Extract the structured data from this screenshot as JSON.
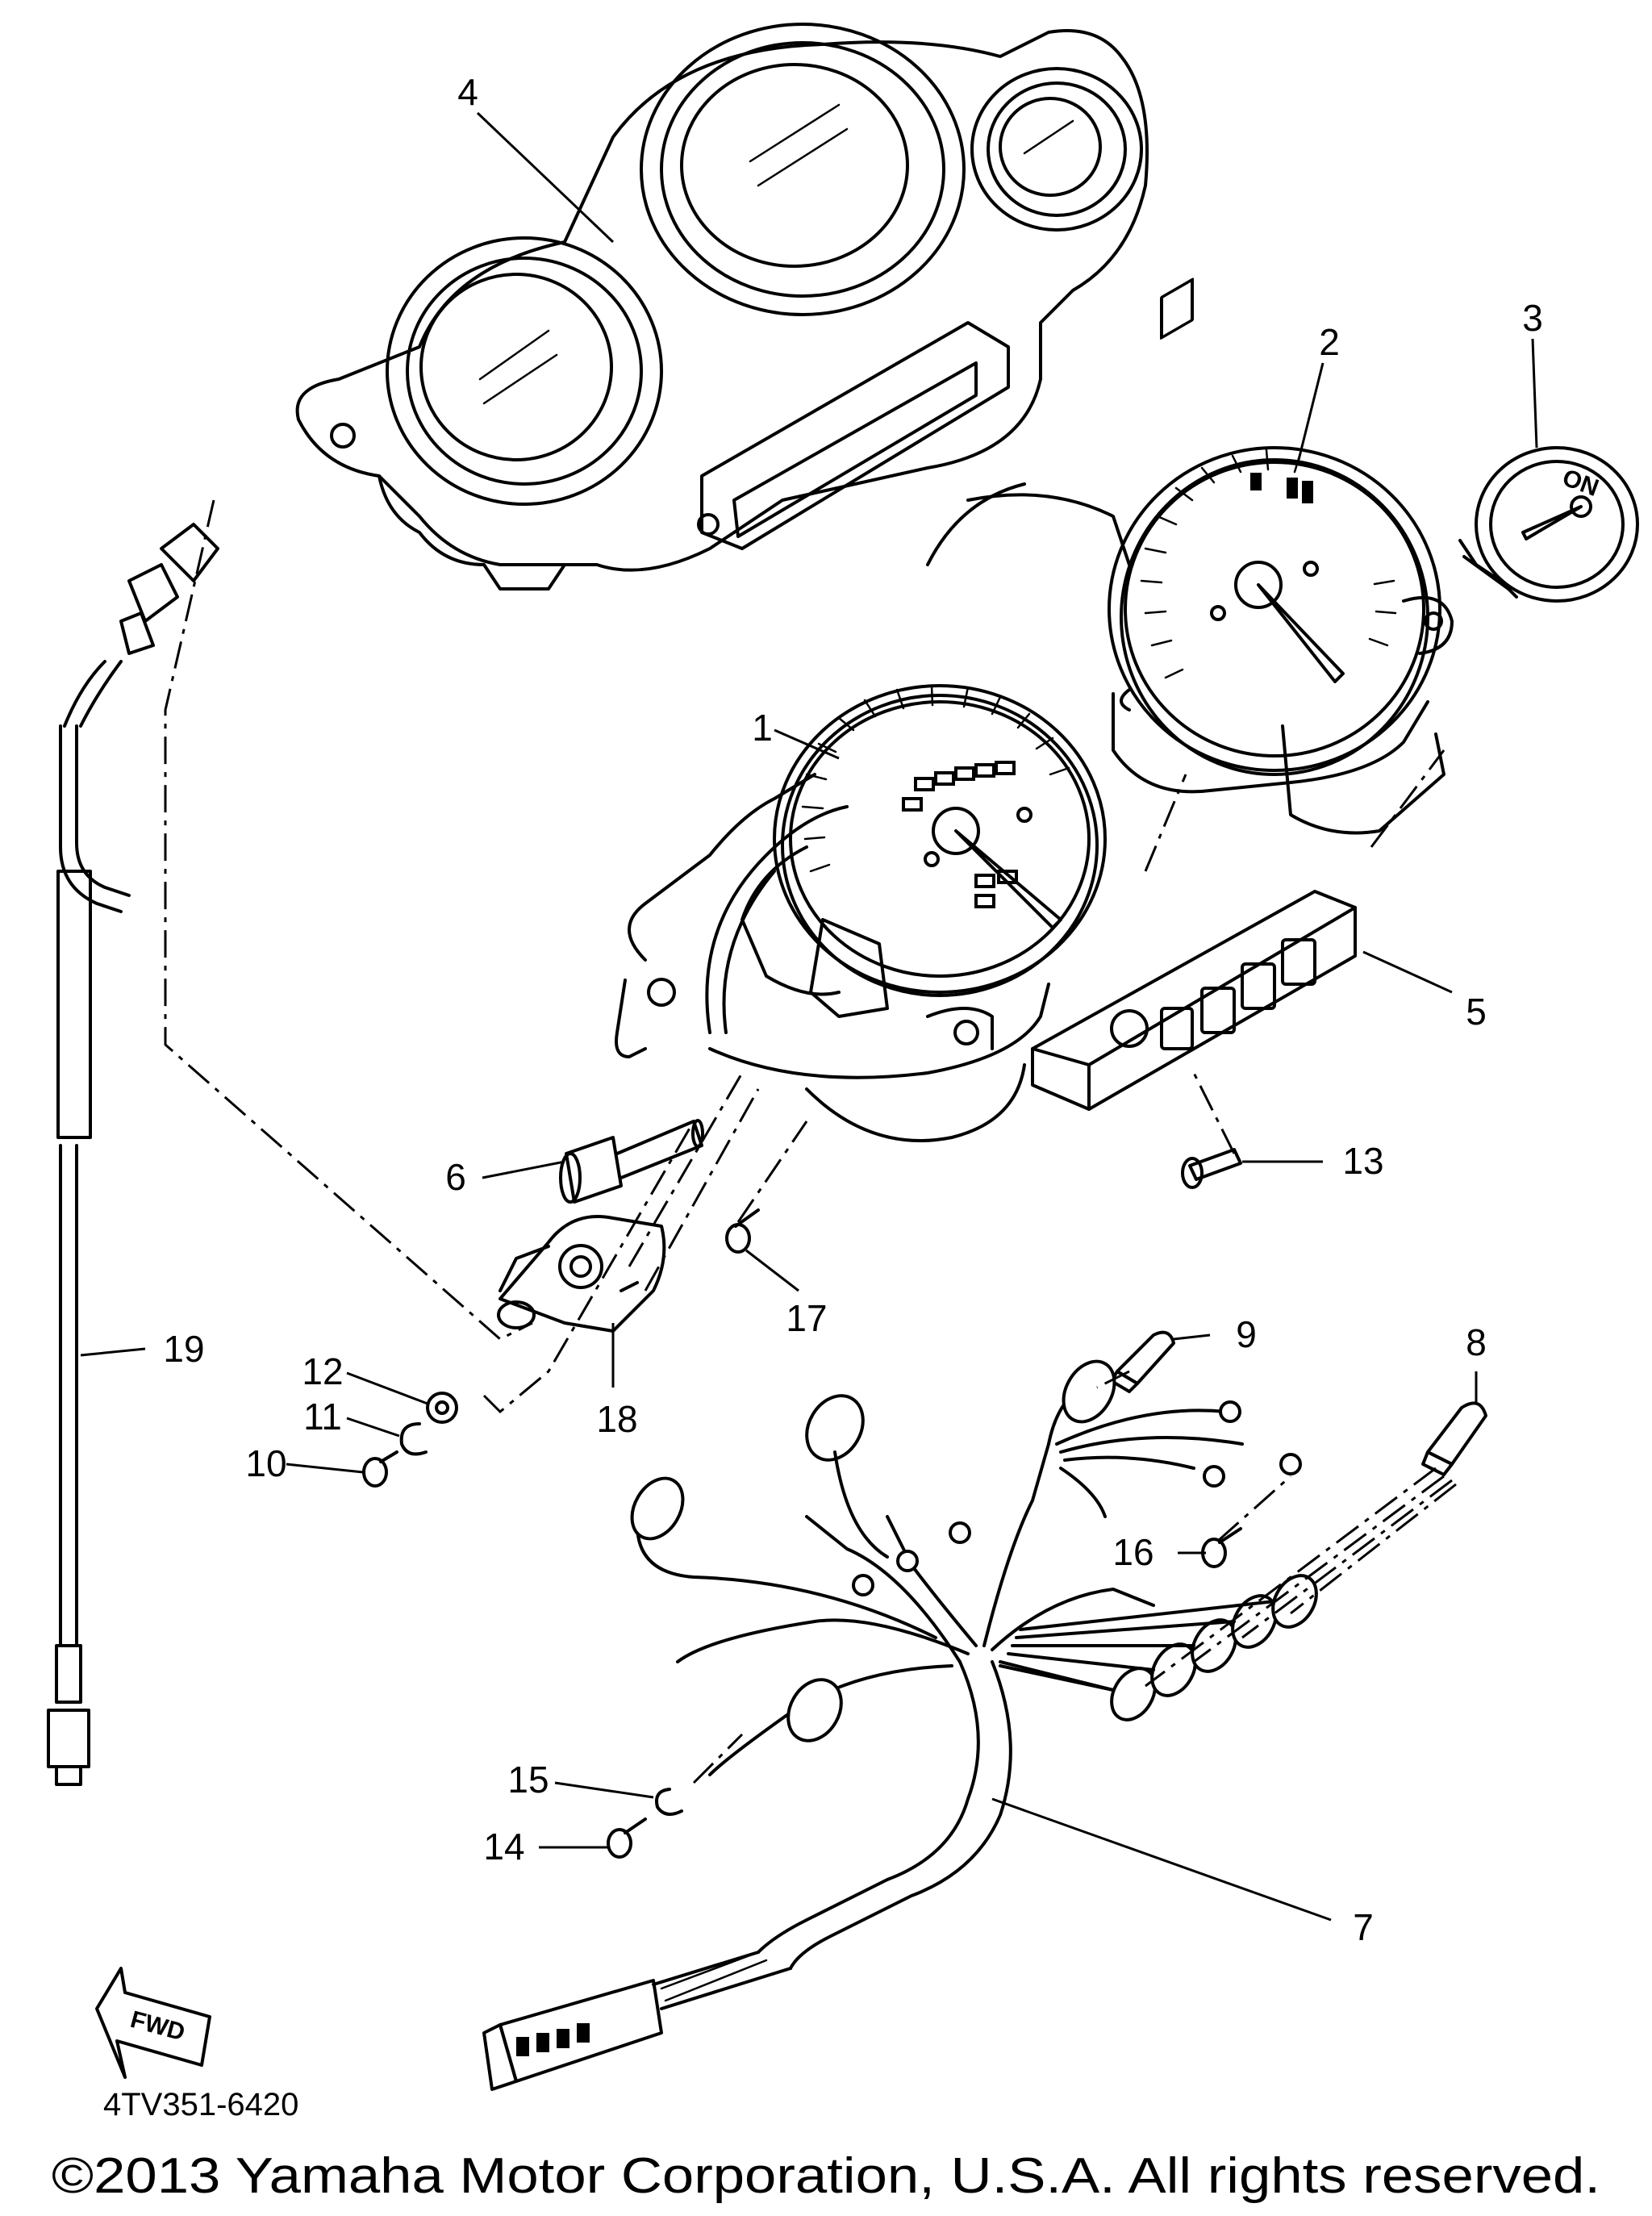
{
  "parts": [
    {
      "id": "1",
      "name": "speedometer"
    },
    {
      "id": "2",
      "name": "tachometer"
    },
    {
      "id": "3",
      "name": "fuel-gauge"
    },
    {
      "id": "4",
      "name": "meter-cover"
    },
    {
      "id": "5",
      "name": "indicator-panel"
    },
    {
      "id": "6",
      "name": "knob"
    },
    {
      "id": "7",
      "name": "wire-harness"
    },
    {
      "id": "8",
      "name": "bulb-small"
    },
    {
      "id": "9",
      "name": "bulb-large"
    },
    {
      "id": "10",
      "name": "screw"
    },
    {
      "id": "11",
      "name": "spring-washer"
    },
    {
      "id": "12",
      "name": "washer"
    },
    {
      "id": "13",
      "name": "screw"
    },
    {
      "id": "14",
      "name": "screw"
    },
    {
      "id": "15",
      "name": "washer"
    },
    {
      "id": "16",
      "name": "screw"
    },
    {
      "id": "17",
      "name": "screw"
    },
    {
      "id": "18",
      "name": "drive-gear-unit"
    },
    {
      "id": "19",
      "name": "meter-cable"
    }
  ],
  "gauge_text": {
    "fuel_on": "ON"
  },
  "fwd_label": "FWD",
  "diagram_code": "4TV351-6420",
  "copyright": "©2013 Yamaha Motor Corporation, U.S.A. All rights reserved.",
  "colors": {
    "line": "#000000",
    "background": "#ffffff"
  }
}
